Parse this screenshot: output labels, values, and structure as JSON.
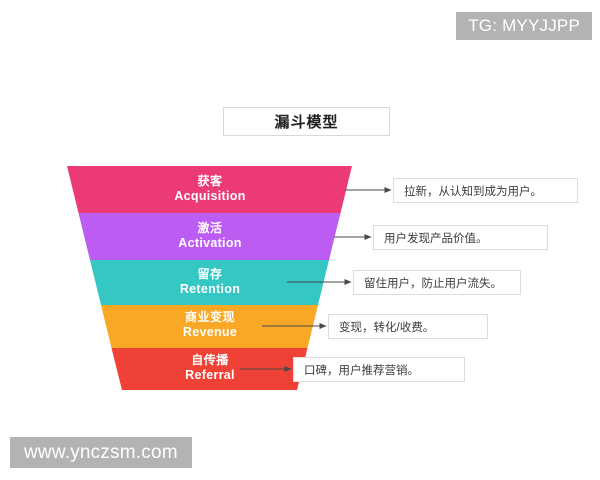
{
  "watermarks": {
    "top_right": "TG: MYYJJPP",
    "bottom_left": "www.ynczsm.com"
  },
  "title": {
    "text": "漏斗模型"
  },
  "colors": {
    "acquisition": "#ec3a77",
    "activation": "#bd5cf3",
    "retention": "#35c7c4",
    "revenue": "#f9a825",
    "referral": "#ef4136",
    "arrow": "#4a4a4a",
    "box_border": "#dcdcdc",
    "watermark_bg": "#b3b3b3"
  },
  "funnel": {
    "stages": [
      {
        "cn": "获客",
        "en": "Acquisition",
        "color": "#ec3a77",
        "note": "拉新，从认知到成为用户。"
      },
      {
        "cn": "激活",
        "en": "Activation",
        "color": "#bd5cf3",
        "note": "用户发现产品价值。"
      },
      {
        "cn": "留存",
        "en": "Retention",
        "color": "#35c7c4",
        "note": "留住用户，防止用户流失。"
      },
      {
        "cn": "商业变现",
        "en": "Revenue",
        "color": "#f9a825",
        "note": "变现，转化/收费。"
      },
      {
        "cn": "自传播",
        "en": "Referral",
        "color": "#ef4136",
        "note": "口碑，用户推荐营销。"
      }
    ]
  }
}
